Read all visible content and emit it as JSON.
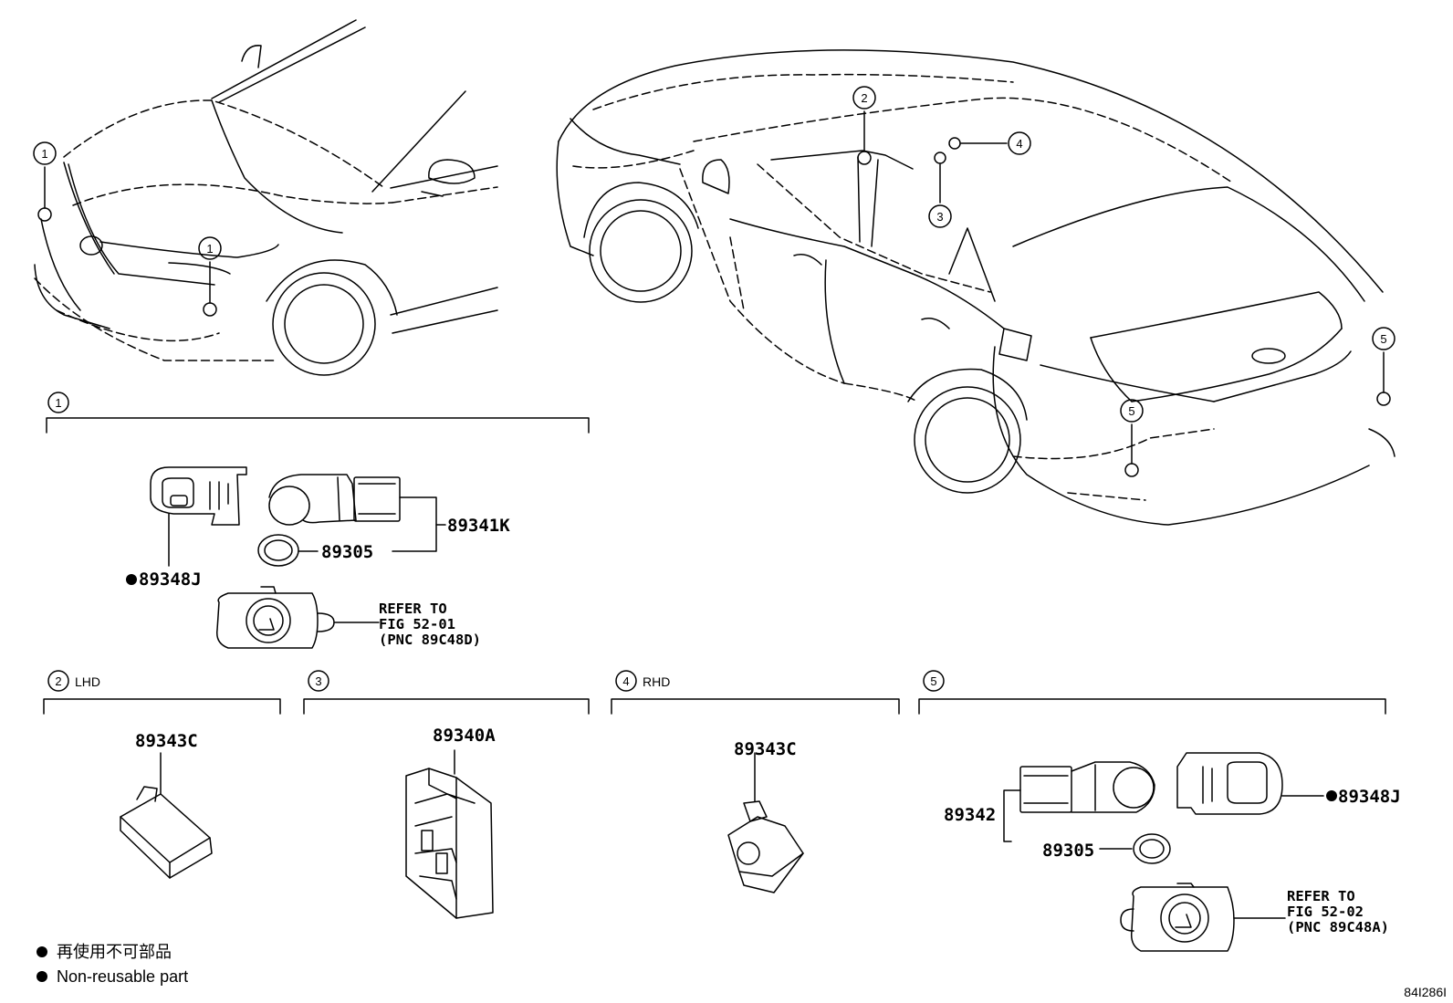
{
  "callouts": {
    "c1": "1",
    "c2": "2",
    "c3": "3",
    "c4": "4",
    "c5": "5"
  },
  "sections": {
    "s1": {
      "number": "1",
      "note": ""
    },
    "s2": {
      "number": "2",
      "note": "LHD"
    },
    "s3": {
      "number": "3",
      "note": ""
    },
    "s4": {
      "number": "4",
      "note": "RHD"
    },
    "s5": {
      "number": "5",
      "note": ""
    }
  },
  "parts": {
    "p89341K": "89341K",
    "p89305_a": "89305",
    "p89348J_a": "89348J",
    "p89343C_lhd": "89343C",
    "p89340A": "89340A",
    "p89343C_rhd": "89343C",
    "p89342": "89342",
    "p89305_b": "89305",
    "p89348J_b": "89348J"
  },
  "refer_front": {
    "line1": "REFER TO",
    "line2": "FIG 52-01",
    "line3": "(PNC 89C48D)"
  },
  "refer_rear": {
    "line1": "REFER TO",
    "line2": "FIG 52-02",
    "line3": "(PNC 89C48A)"
  },
  "legend": {
    "japanese": "再使用不可部品",
    "english": "Non-reusable part"
  },
  "figure_id": "84I286I"
}
